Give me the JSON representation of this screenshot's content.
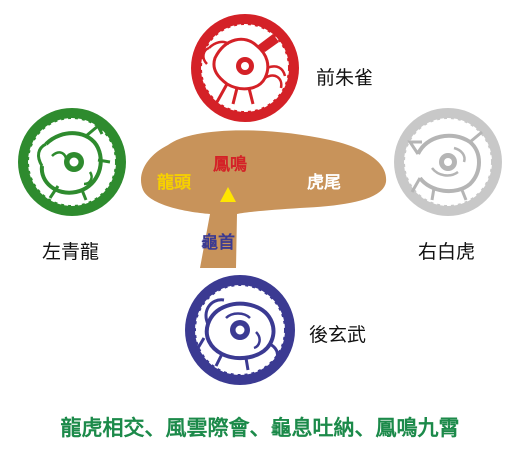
{
  "labels": {
    "top": "前朱雀",
    "left": "左青龍",
    "right": "右白虎",
    "bottom": "後玄武",
    "dragon_head": "龍頭",
    "phoenix_call": "鳳鳴",
    "tiger_tail": "虎尾",
    "turtle_head": "龜首"
  },
  "caption": "龍虎相交、風雲際會、龜息吐納、鳳鳴九霄",
  "colors": {
    "vermilion": "#d42127",
    "azure": "#2e8b2e",
    "white_tiger": "#c8c8c8",
    "black_tortoise": "#3b3a92",
    "shape_fill": "#c8935a",
    "triangle": "#ffe600",
    "caption": "#1c8a4a"
  },
  "icons": {
    "top": "phoenix-seal-icon",
    "left": "dragon-seal-icon",
    "right": "tiger-seal-icon",
    "bottom": "tortoise-snake-seal-icon"
  }
}
